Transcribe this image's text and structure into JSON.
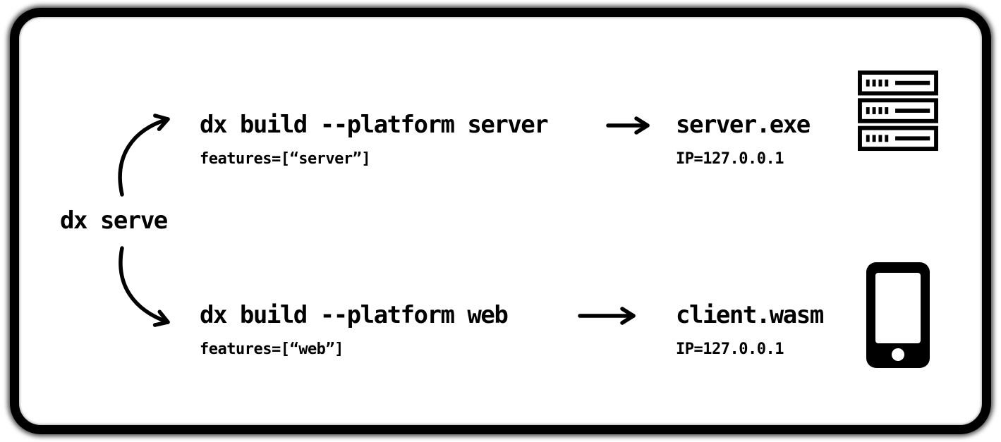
{
  "diagram": {
    "root_label": "dx serve",
    "branches": [
      {
        "command": "dx build --platform server",
        "features": "features=[“server”]",
        "output": "server.exe",
        "ip": "IP=127.0.0.1",
        "icon": "server-rack-icon"
      },
      {
        "command": "dx build --platform web",
        "features": "features=[“web”]",
        "output": "client.wasm",
        "ip": "IP=127.0.0.1",
        "icon": "smartphone-icon"
      }
    ],
    "colors": {
      "ink": "#000000",
      "background": "#ffffff"
    }
  }
}
